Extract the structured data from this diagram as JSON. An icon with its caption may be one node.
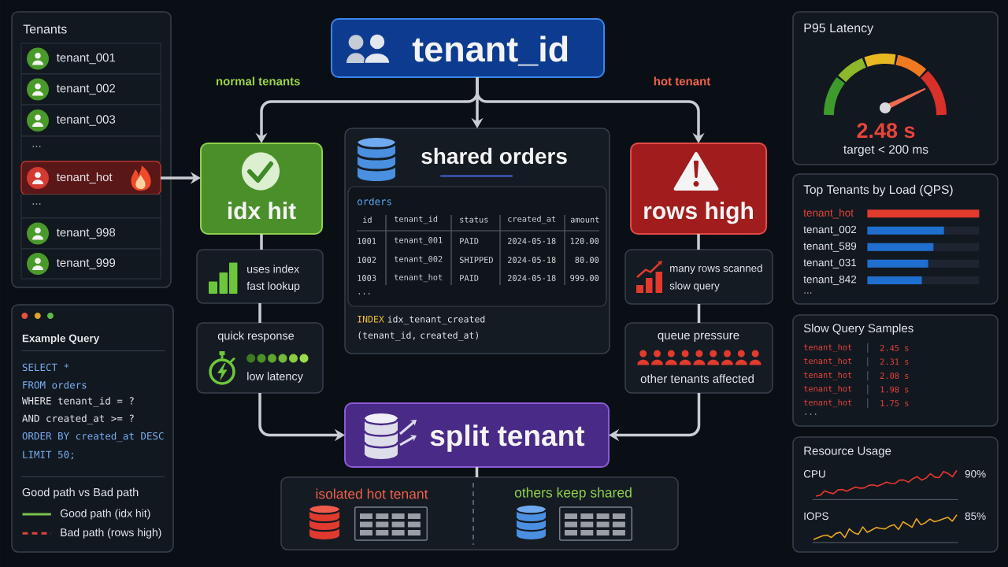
{
  "diagram": {
    "nodes": [
      {
        "text": [
          "Tenants"
        ]
      },
      {
        "text": [
          "tenant_001"
        ],
        "in": 0
      },
      {
        "text": [
          "tenant_002"
        ],
        "in": 0
      },
      {
        "text": [
          "tenant_003"
        ],
        "in": 0
      },
      {
        "text": [
          "..."
        ],
        "in": 0
      },
      {
        "text": [
          "tenant_hot"
        ],
        "in": 0
      },
      {
        "text": [
          "..."
        ],
        "in": 0
      },
      {
        "text": [
          "tenant_998"
        ],
        "in": 0
      },
      {
        "text": [
          "tenant_999"
        ],
        "in": 0
      },
      {
        "text": [
          "Example Query",
          "SELECT *",
          "FROM orders",
          "WHERE tenant_id = ?",
          "AND created_at >= ?",
          "ORDER BY created_at DESC",
          "LIMIT 50;",
          "Good path vs Bad path"
        ]
      },
      {
        "text": [
          "tenant_id"
        ]
      },
      {
        "text": [
          "idx hit"
        ]
      },
      {
        "text": [
          "shared orders",
          "INDEX",
          "idx_tenant_created (tenant_id, created_at)"
        ]
      },
      {
        "text": [
          "orders",
          "id",
          "tenant_id",
          "status",
          "created_at",
          "amount",
          "1001",
          "tenant_001",
          "PAID",
          "2024-05-18",
          "120.00",
          "1002",
          "tenant_002",
          "SHIPPED",
          "2024-05-18",
          "80.00",
          "1003",
          "tenant_hot",
          "PAID",
          "2024-05-18",
          "999.00",
          "..."
        ],
        "in": 12
      },
      {
        "text": [
          "rows high"
        ]
      },
      {
        "text": [
          "uses index",
          "fast lookup"
        ]
      },
      {
        "text": [
          "quick response",
          "low latency"
        ]
      },
      {
        "text": [
          "many rows scanned",
          "slow query"
        ]
      },
      {
        "text": [
          "queue pressure",
          "other tenants affected"
        ]
      },
      {
        "text": [
          "split tenant"
        ]
      },
      {
        "text": [
          "isolated hot tenant",
          "others keep shared"
        ]
      },
      {
        "text": [
          "P95 Latency",
          "2.48 s",
          "target < 200 ms"
        ]
      },
      {
        "text": [
          "Top Tenants by Load (QPS)",
          "tenant_hot",
          "tenant_002",
          "tenant_589",
          "tenant_031",
          "tenant_842",
          "..."
        ]
      },
      {
        "text": [
          "Slow Query Samples",
          "tenant_hot",
          "2.45 s",
          "tenant_hot",
          "2.31 s",
          "tenant_hot",
          "2.08 s",
          "tenant_hot",
          "1.98 s",
          "tenant_hot",
          "1.75 s",
          "..."
        ]
      },
      {
        "text": [
          "Resource Usage",
          "CPU",
          "90%",
          "IOPS",
          "85%"
        ]
      }
    ],
    "edges": [
      {
        "from": 10,
        "to": 11,
        "arrow": "to",
        "label": "normal tenants"
      },
      {
        "from": 10,
        "to": 12,
        "arrow": "to"
      },
      {
        "from": 10,
        "to": 14,
        "arrow": "to",
        "label": "hot tenant"
      },
      {
        "from": 5,
        "to": 11,
        "arrow": "to"
      },
      {
        "from": 11,
        "to": 15,
        "arrow": "none"
      },
      {
        "from": 15,
        "to": 16,
        "arrow": "none"
      },
      {
        "from": 16,
        "to": 19,
        "arrow": "to"
      },
      {
        "from": 14,
        "to": 17,
        "arrow": "none"
      },
      {
        "from": 17,
        "to": 18,
        "arrow": "none"
      },
      {
        "from": 18,
        "to": 19,
        "arrow": "to"
      },
      {
        "from": 19,
        "to": 20,
        "arrow": "none"
      }
    ],
    "legend": [
      {
        "text": "Good path (idx hit)"
      },
      {
        "text": "Bad path (rows high)"
      }
    ]
  }
}
